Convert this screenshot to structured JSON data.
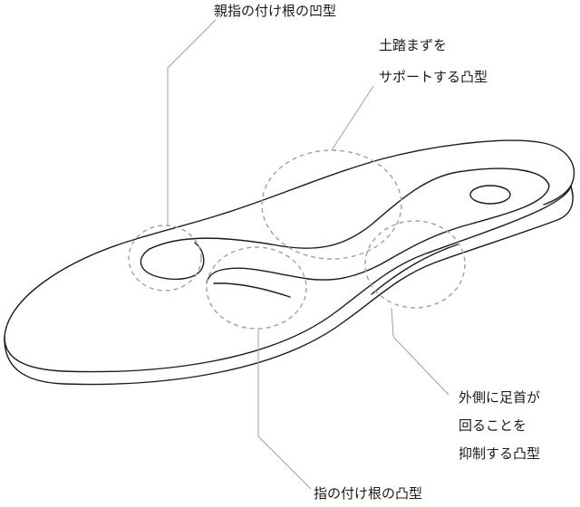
{
  "labels": {
    "big_toe_base": "親指の付け根の凹型",
    "arch_support": [
      "土踏まずを",
      "サポートする凸型"
    ],
    "ankle_outer": [
      "外側に足首が",
      "回ることを",
      "抑制する凸型"
    ],
    "toe_base": "指の付け根の凸型"
  }
}
